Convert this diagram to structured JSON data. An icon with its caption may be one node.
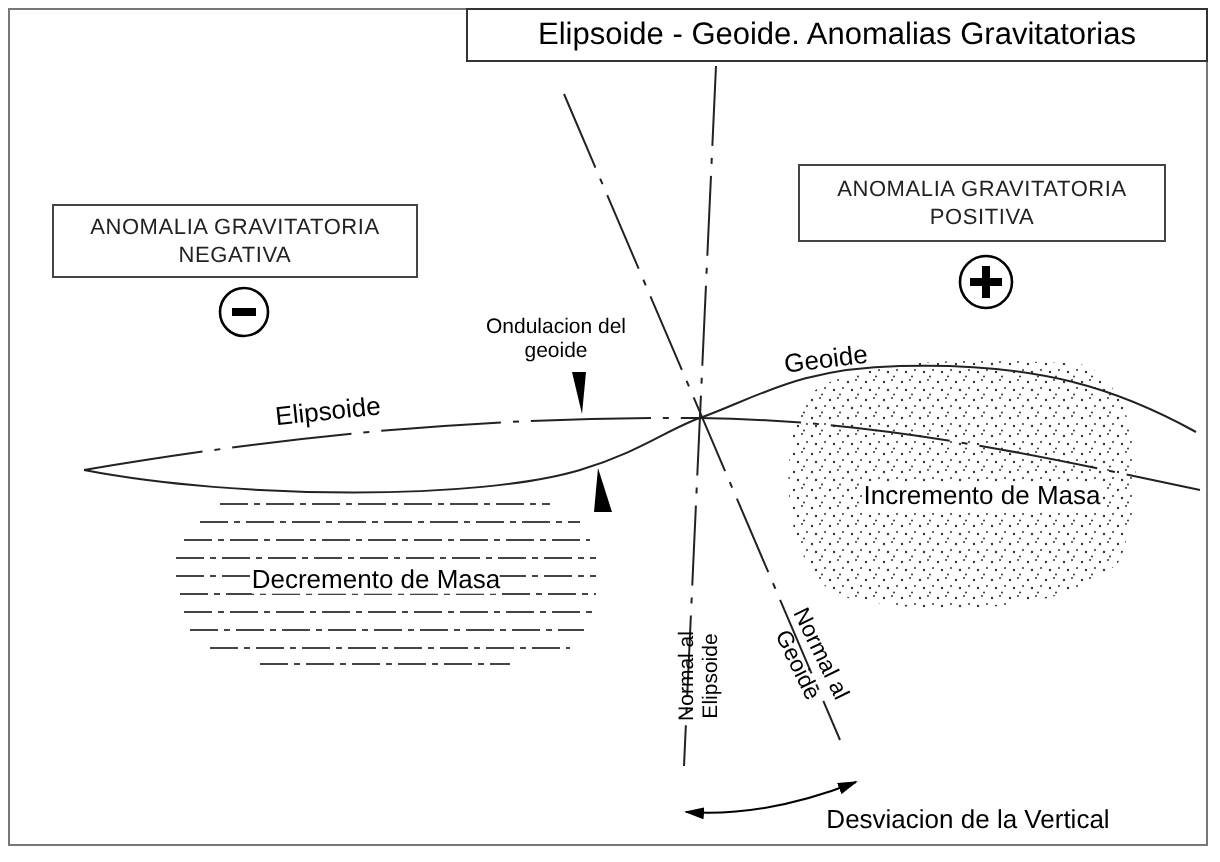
{
  "diagram": {
    "title": "Elipsoide - Geoide. Anomalias Gravitatorias",
    "nodes": [
      {
        "text": [
          "ANOMALIA GRAVITATORIA NEGATIVA"
        ]
      },
      {
        "text": [
          "ANOMALIA GRAVITATORIA POSITIVA"
        ]
      }
    ],
    "labels": [
      "Ondulacion del geoide",
      "Elipsoide",
      "Geoide",
      "Incremento de Masa",
      "Decremento de Masa",
      "Normal al Elipsoide",
      "Normal al Geoide",
      "Desviacion de la Vertical"
    ]
  }
}
